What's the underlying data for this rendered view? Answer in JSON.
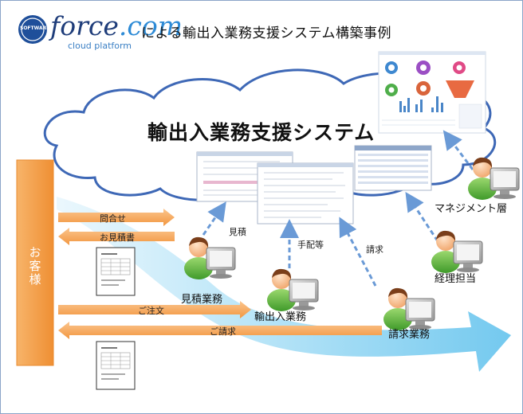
{
  "header": {
    "logo_badge": "SOFTWARE",
    "logo_main": "force",
    "logo_suffix": ".com",
    "logo_sub": "cloud platform",
    "title": "による輸出入業務支援システム構築事例"
  },
  "cloud": {
    "title": "輸出入業務支援システム"
  },
  "customer": {
    "label": "お客様"
  },
  "flows": {
    "inquiry": "問合せ",
    "quote": "お見積書",
    "order": "ご注文",
    "invoice": "ご請求"
  },
  "links": {
    "estimate": "見積",
    "arrange": "手配等",
    "billing": "請求"
  },
  "roles": {
    "estimate": "見積業務",
    "trade": "輸出入業務",
    "billing": "請求業務",
    "management": "マネジメント層",
    "accounting": "経理担当"
  },
  "colors": {
    "orange": "#f5a04a",
    "blue_flow": "#7ecbee",
    "dashed_arrow": "#6a9ad6",
    "cloud_edge": "#3b66b5"
  }
}
